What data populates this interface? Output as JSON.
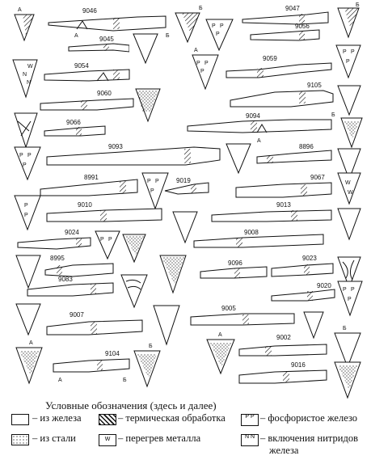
{
  "figure": {
    "knives": [
      {
        "id": "9046"
      },
      {
        "id": "9047"
      },
      {
        "id": "9045"
      },
      {
        "id": "9056"
      },
      {
        "id": "9054"
      },
      {
        "id": "9059"
      },
      {
        "id": "9060"
      },
      {
        "id": "9105"
      },
      {
        "id": "9066"
      },
      {
        "id": "9094"
      },
      {
        "id": "9093"
      },
      {
        "id": "8896"
      },
      {
        "id": "8991"
      },
      {
        "id": "9019"
      },
      {
        "id": "9067"
      },
      {
        "id": "9010"
      },
      {
        "id": "9013"
      },
      {
        "id": "9024"
      },
      {
        "id": "9008"
      },
      {
        "id": "8995"
      },
      {
        "id": "9096"
      },
      {
        "id": "9023"
      },
      {
        "id": "9083"
      },
      {
        "id": "9020"
      },
      {
        "id": "9007"
      },
      {
        "id": "9005"
      },
      {
        "id": "9002"
      },
      {
        "id": "9104"
      },
      {
        "id": "9016"
      }
    ],
    "section_letters": {
      "a": "А",
      "b": "Б"
    }
  },
  "legend": {
    "title": "Условные обозначения (здесь и далее)",
    "items": [
      {
        "key": "iron",
        "label": "– из железа"
      },
      {
        "key": "heat",
        "label": "– термическая обработка"
      },
      {
        "key": "phos",
        "label": "– фосфористое железо"
      },
      {
        "key": "steel",
        "label": "– из стали"
      },
      {
        "key": "overheat",
        "label": "– перегрев металла"
      },
      {
        "key": "nitride",
        "label": "– включения нитридов"
      },
      {
        "key": "nitride2",
        "label": "железа"
      }
    ]
  }
}
